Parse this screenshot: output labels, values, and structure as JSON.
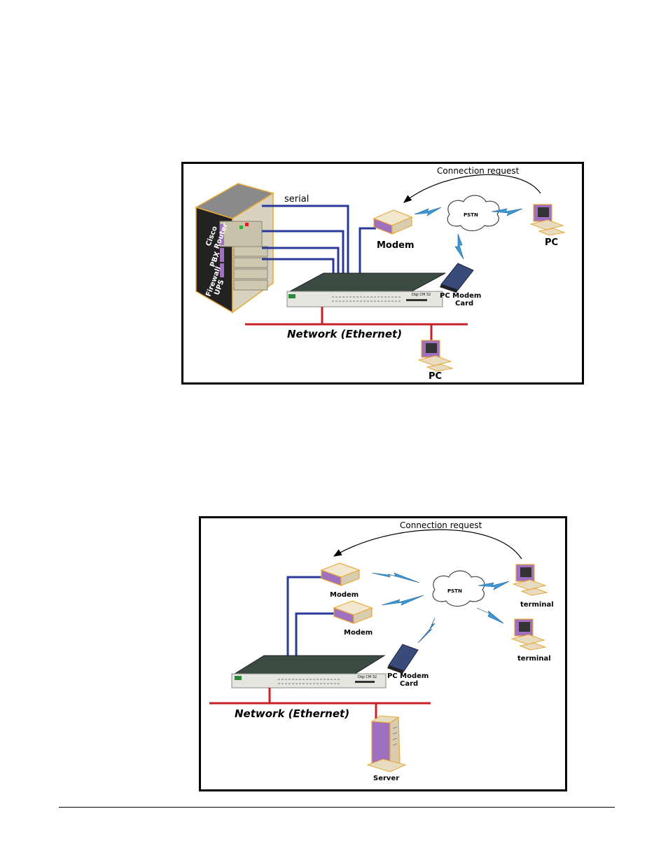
{
  "diagram1": {
    "connection_request": "Connection request",
    "serial": "serial",
    "modem": "Modem",
    "pstn": "PSTN",
    "pc_remote": "PC",
    "pc_modem_card_line1": "PC Modem",
    "pc_modem_card_line2": "Card",
    "network": "Network (Ethernet)",
    "pc_local": "PC",
    "rack_labels": [
      "Cisco",
      "Router",
      "PBX",
      "Firewall",
      "UPS"
    ],
    "device_label": "Digi CM 32"
  },
  "diagram2": {
    "connection_request": "Connection request",
    "modem_1": "Modem",
    "modem_2": "Modem",
    "pstn": "PSTN",
    "terminal_1": "terminal",
    "terminal_2": "terminal",
    "pc_modem_card_line1": "PC Modem",
    "pc_modem_card_line2": "Card",
    "network": "Network (Ethernet)",
    "server": "Server",
    "device_label": "Digi CM 32"
  },
  "colors": {
    "serial_line": "#2a3a9a",
    "ethernet_line": "#c8202a",
    "lightning": "#3a9ad8",
    "device_accent": "#a070c0",
    "device_outline": "#e8a838"
  }
}
